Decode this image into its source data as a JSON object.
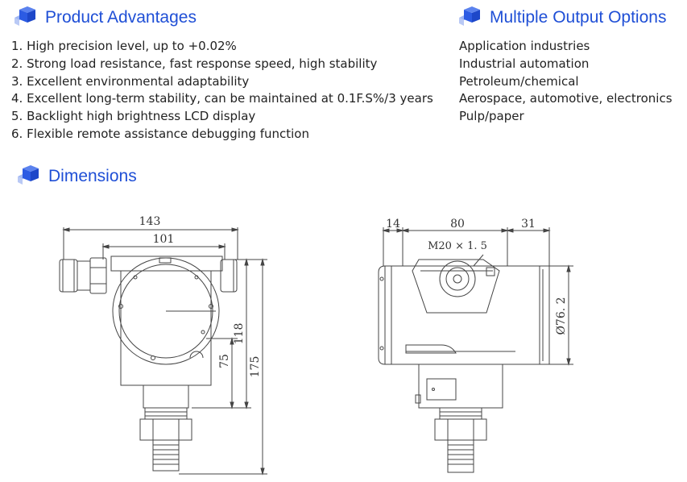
{
  "sections": {
    "advantages": {
      "title": "Product Advantages",
      "items": [
        "1. High precision level, up to +0.02%",
        "2. Strong load resistance, fast response speed, high stability",
        "3. Excellent environmental adaptability",
        "4. Excellent long-term stability, can be maintained at 0.1F.S%/3 years",
        "5. Backlight high brightness LCD display",
        "6. Flexible remote assistance debugging function"
      ]
    },
    "outputs": {
      "title": "Multiple Output Options",
      "items": [
        "Application industries",
        "Industrial automation",
        "Petroleum/chemical",
        "Aerospace, automotive, electronics",
        "Pulp/paper"
      ]
    },
    "dimensions": {
      "title": "Dimensions"
    }
  },
  "drawing_front": {
    "dim_width_total": "143",
    "dim_width_body": "101",
    "dim_height_inner": "75",
    "dim_height_head": "118",
    "dim_height_total": "175"
  },
  "drawing_side": {
    "dim_left": "14",
    "dim_middle": "80",
    "dim_right": "31",
    "thread_label": "M20 × 1. 5",
    "diameter_label": "Ø76. 2"
  },
  "colors": {
    "accent": "#1f4fd6",
    "line": "#444444"
  }
}
